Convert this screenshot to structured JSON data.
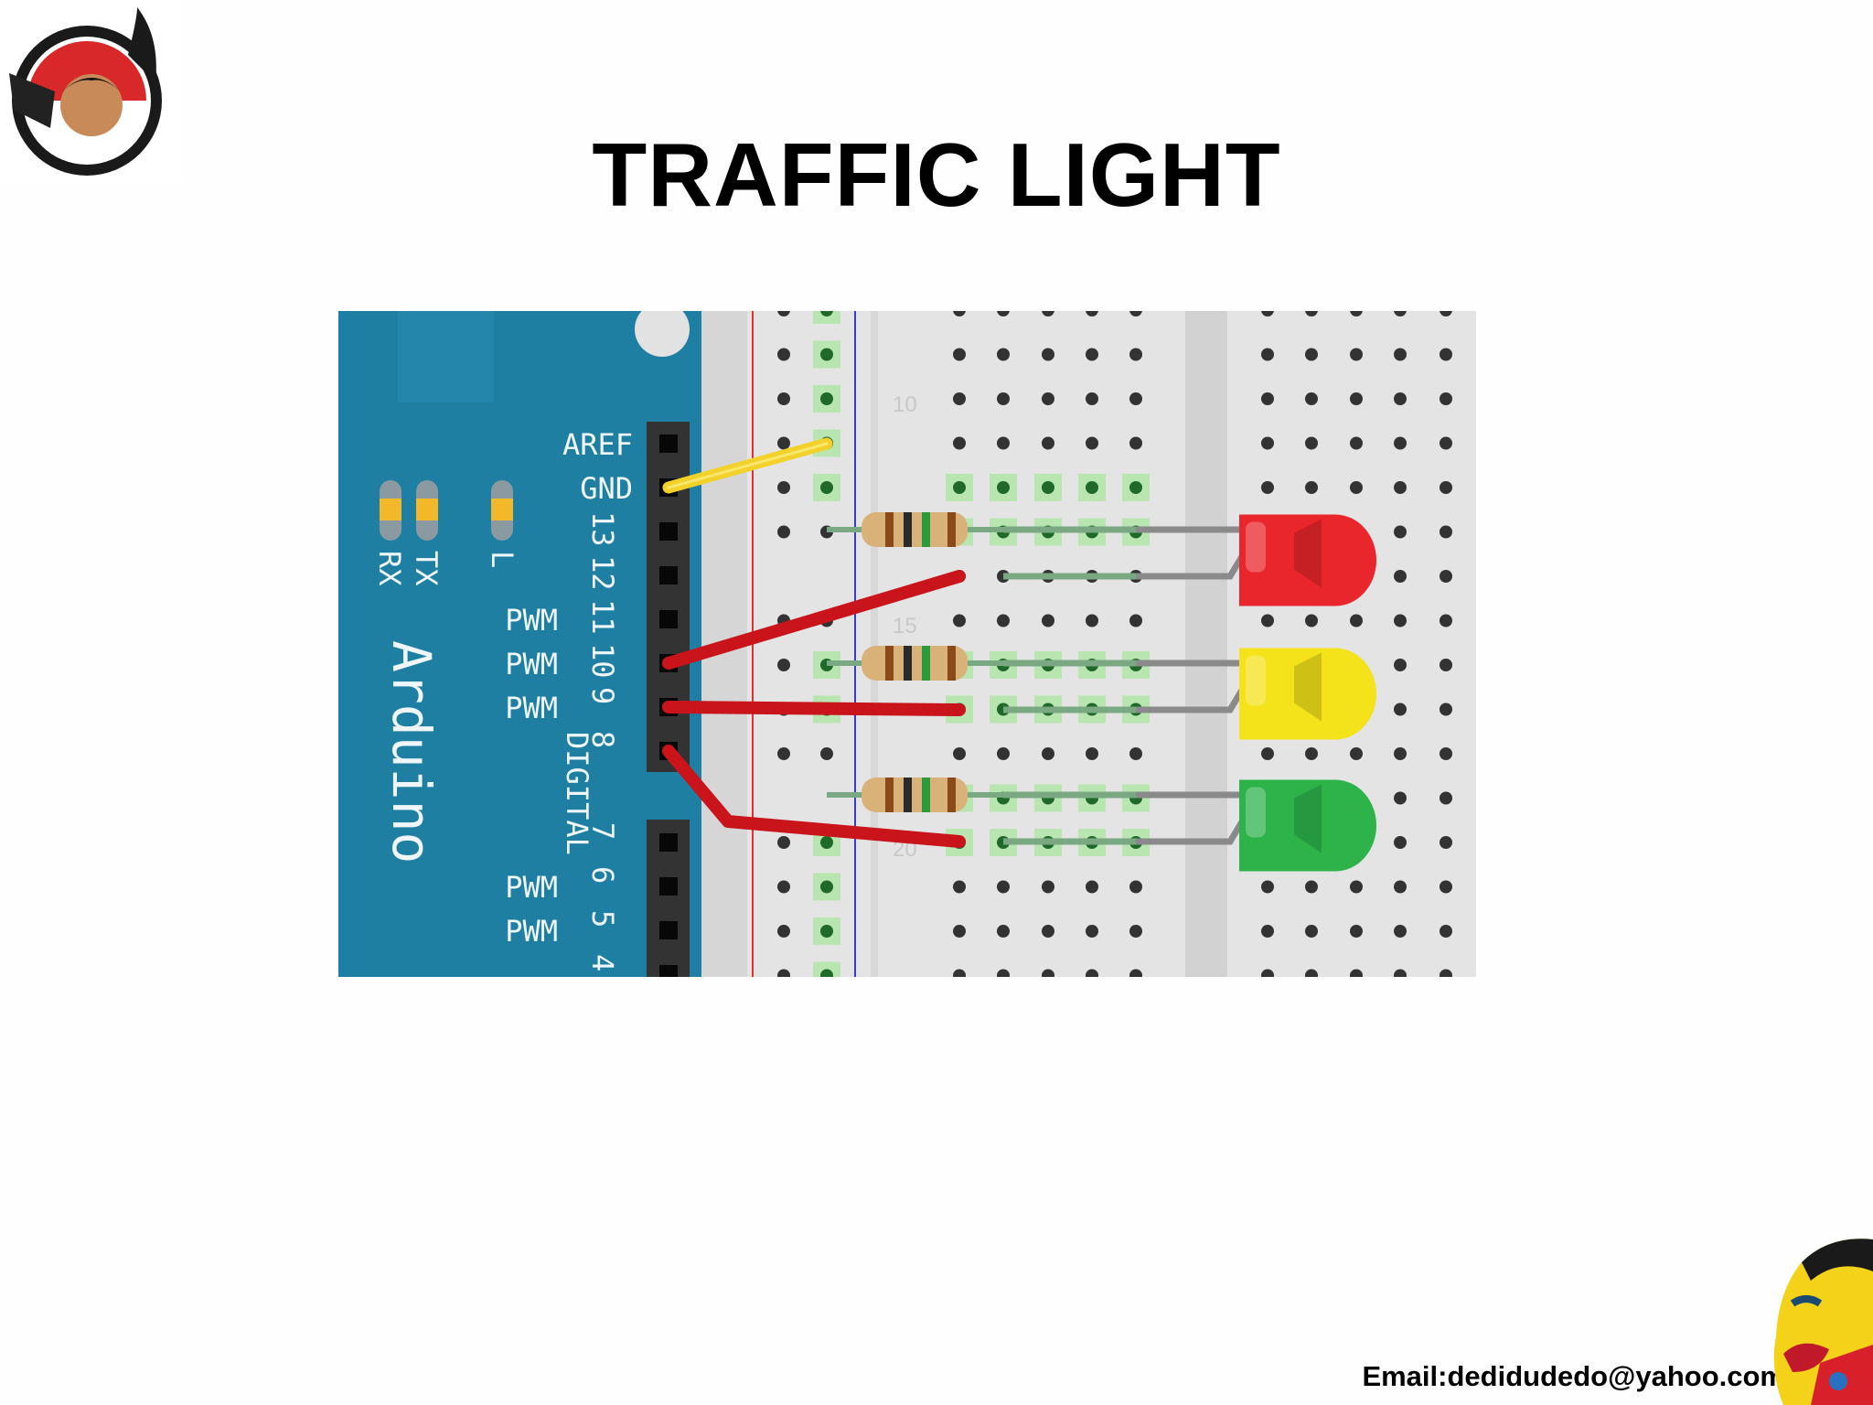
{
  "slide": {
    "title": "TRAFFIC LIGHT",
    "email": "Email:dedidudedo@yahoo.com"
  },
  "diagram": {
    "board_name": "Arduino",
    "header_labels": [
      "AREF",
      "GND",
      "13",
      "12",
      "11",
      "10",
      "9",
      "8",
      "7",
      "6",
      "5",
      "4"
    ],
    "pwm_label": "PWM",
    "digital_label": "DIGITAL",
    "led_labels": [
      "RX",
      "TX",
      "L"
    ],
    "row_numbers": [
      "10",
      "15",
      "20"
    ],
    "leds": [
      {
        "color_name": "red",
        "color": "#e8262b"
      },
      {
        "color_name": "yellow",
        "color": "#f4e21a"
      },
      {
        "color_name": "green",
        "color": "#2db34a"
      }
    ],
    "colors": {
      "board": "#1f7fa3",
      "breadboard": "#e6e6e6",
      "wire_signal": "#c8141a",
      "wire_gnd": "#f2d22a",
      "rail_red": "#e03030",
      "rail_blue": "#3a3ad0"
    }
  }
}
